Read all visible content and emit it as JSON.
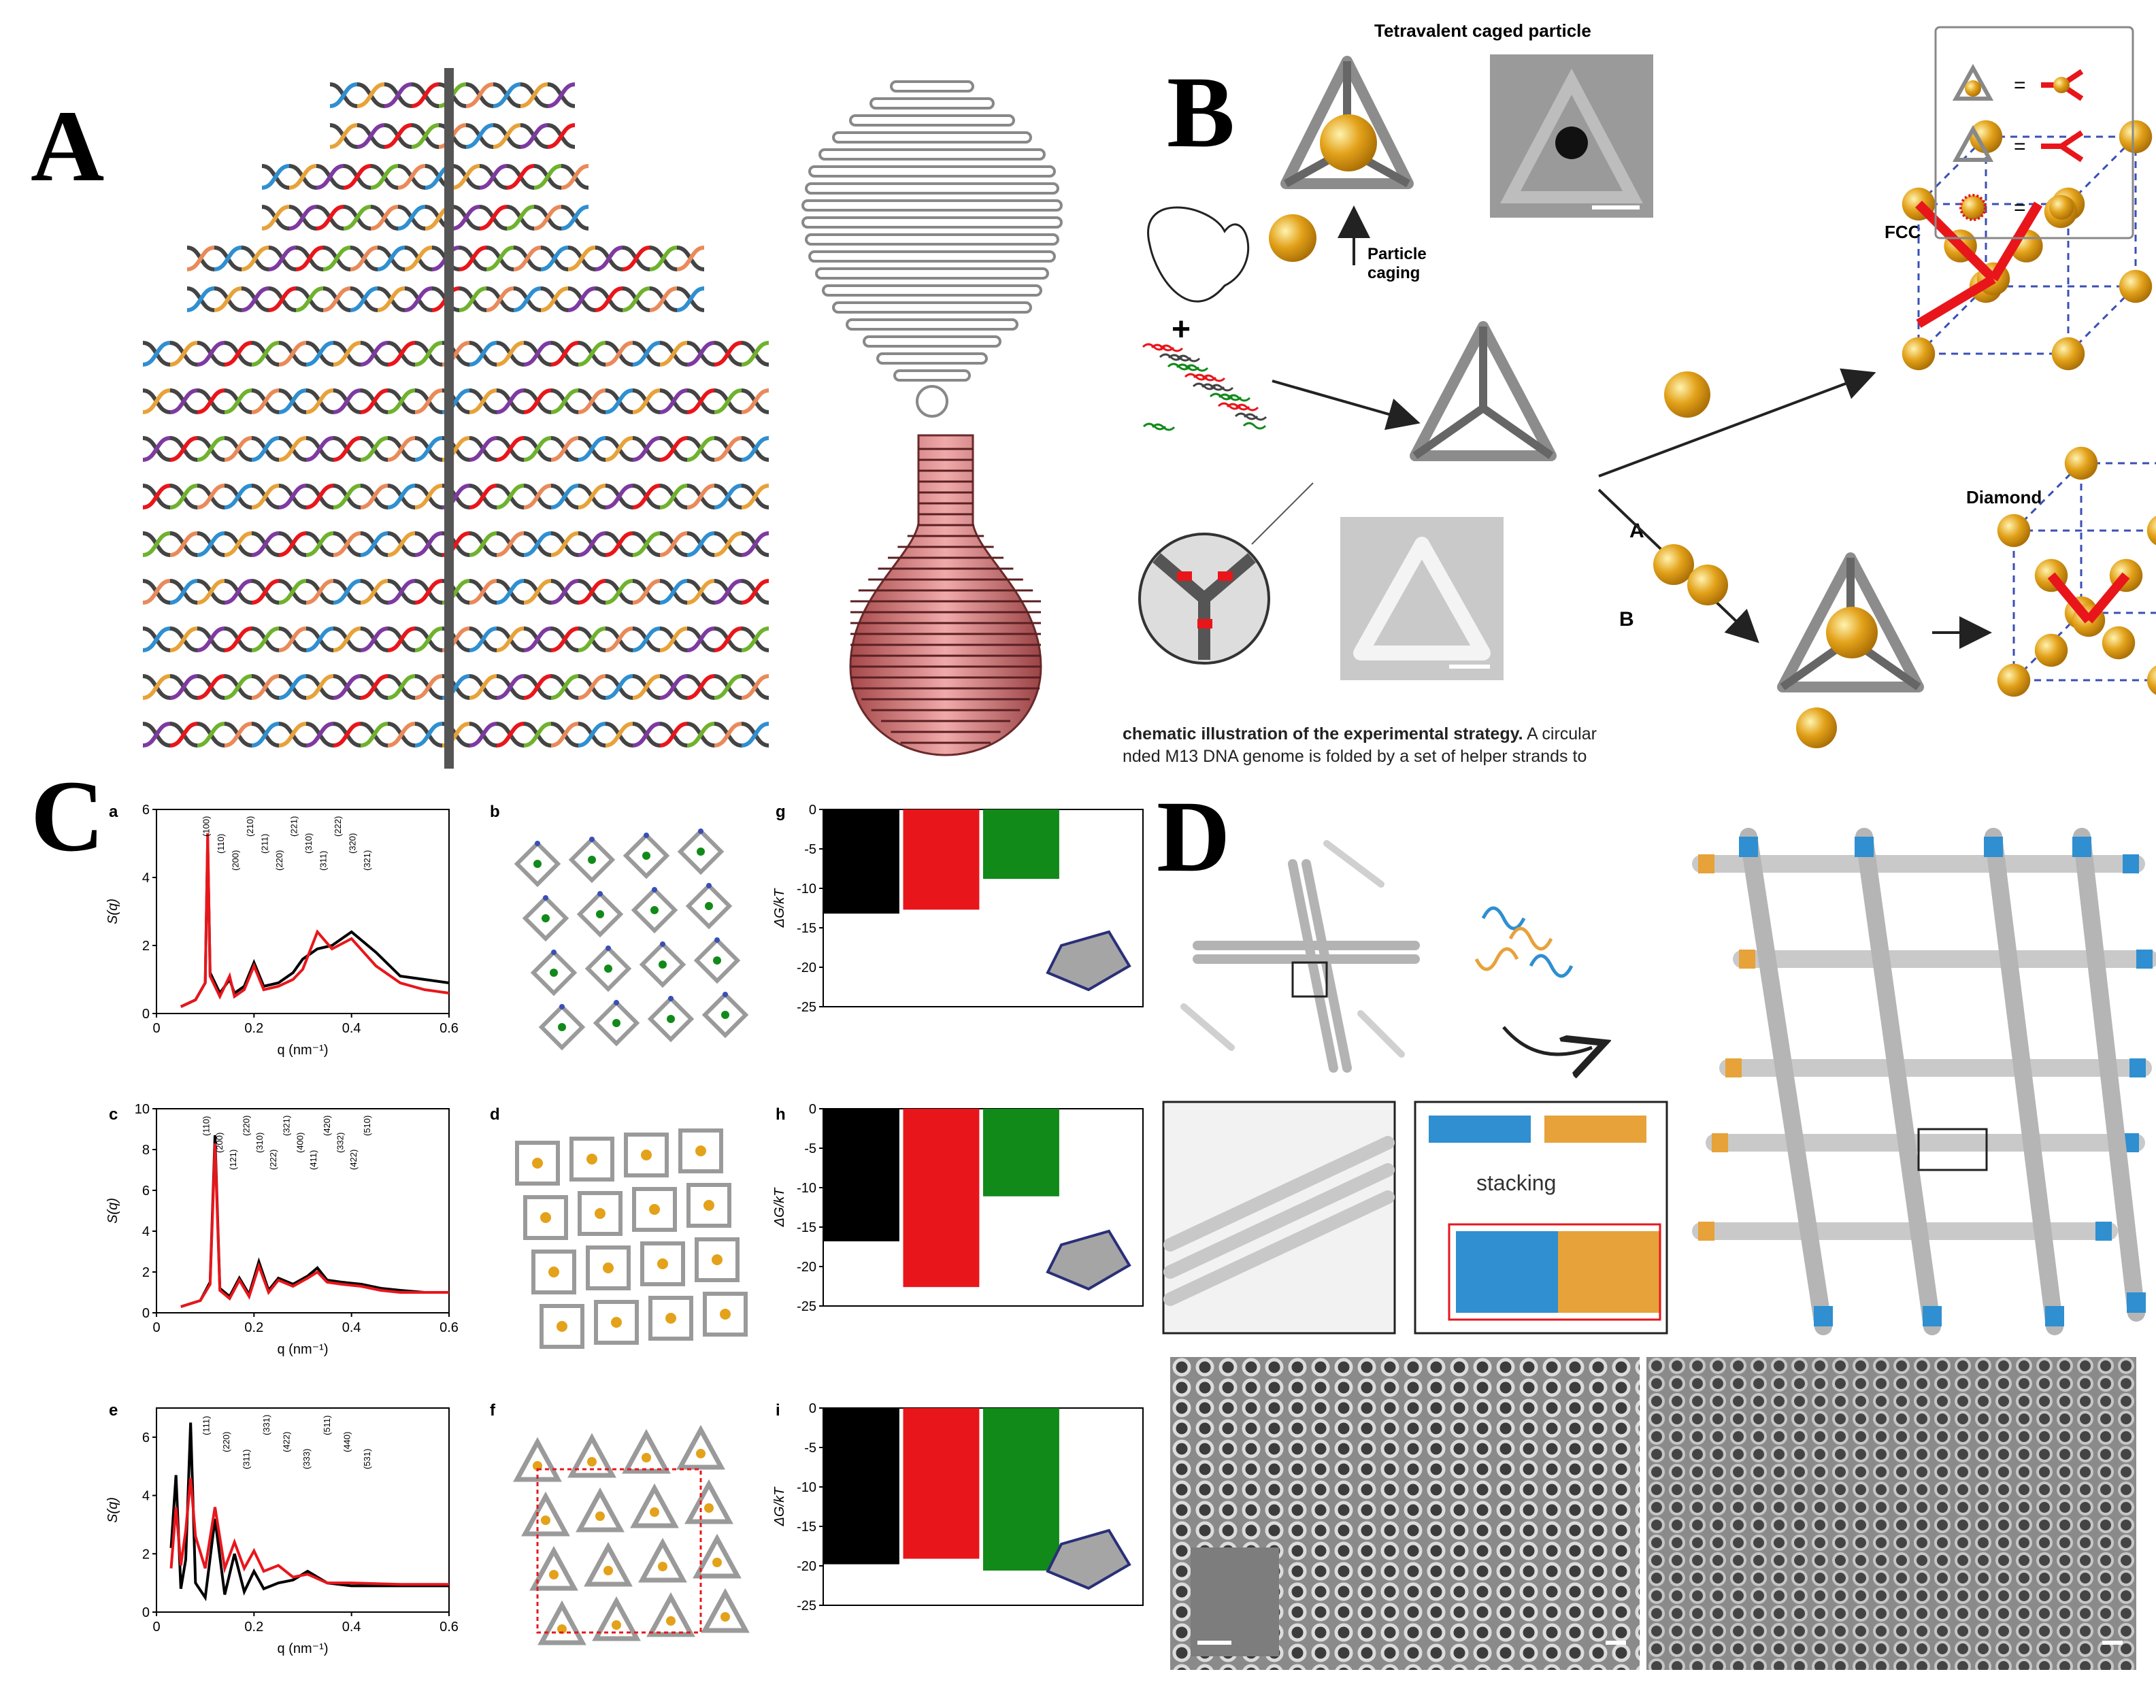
{
  "panels": {
    "A": {
      "letter": "A"
    },
    "B": {
      "letter": "B",
      "title": "Tetravalent caged particle",
      "particle_caging": "Particle\ncaging",
      "route_a": "A",
      "route_b": "B",
      "fcc_label": "FCC",
      "diamond_label": "Diamond",
      "legend": [
        "=",
        "=",
        "="
      ],
      "caption_bold": "chematic illustration of the experimental strategy.",
      "caption_rest": " A circular",
      "caption_line2": "nded M13 DNA genome is folded by a set of helper strands to"
    },
    "C": {
      "letter": "C",
      "sublabels": {
        "a": "a",
        "b": "b",
        "c": "c",
        "d": "d",
        "e": "e",
        "f": "f",
        "g": "g",
        "h": "h",
        "i": "i"
      }
    },
    "D": {
      "letter": "D",
      "stacking_label": "stacking"
    }
  },
  "colors": {
    "black": "#000000",
    "red": "#e8161b",
    "green": "#118a1a",
    "gold": "#e3a21a",
    "blue": "#2f8fd0",
    "orange": "#e7a23a"
  },
  "chart_data": [
    {
      "id": "a",
      "type": "line",
      "xlabel": "q (nm⁻¹)",
      "ylabel": "S(q)",
      "xlim": [
        0,
        0.6
      ],
      "ylim": [
        0,
        6
      ],
      "xticks": [
        "0",
        "0.2",
        "0.4",
        "0.6"
      ],
      "yticks": [
        "0",
        "2",
        "4",
        "6"
      ],
      "peak_labels": [
        "(100)",
        "(110)",
        "(200)",
        "(210)",
        "(211)",
        "(220)",
        "(221)",
        "(310)",
        "(311)",
        "(222)",
        "(320)",
        "(321)"
      ],
      "series": [
        {
          "color": "black",
          "x": [
            0.05,
            0.08,
            0.1,
            0.105,
            0.11,
            0.13,
            0.15,
            0.16,
            0.18,
            0.2,
            0.22,
            0.25,
            0.28,
            0.3,
            0.33,
            0.36,
            0.4,
            0.45,
            0.5,
            0.55,
            0.6
          ],
          "y": [
            0.2,
            0.4,
            0.9,
            5.1,
            1.2,
            0.6,
            1.0,
            0.6,
            0.8,
            1.5,
            0.8,
            0.9,
            1.2,
            1.6,
            1.9,
            2.0,
            2.4,
            1.8,
            1.1,
            1.0,
            0.9
          ]
        },
        {
          "color": "red",
          "x": [
            0.05,
            0.08,
            0.1,
            0.105,
            0.11,
            0.13,
            0.15,
            0.16,
            0.18,
            0.2,
            0.22,
            0.25,
            0.28,
            0.3,
            0.33,
            0.36,
            0.4,
            0.45,
            0.5,
            0.55,
            0.6
          ],
          "y": [
            0.2,
            0.4,
            0.9,
            5.3,
            1.1,
            0.5,
            1.1,
            0.5,
            0.7,
            1.4,
            0.7,
            0.8,
            1.0,
            1.3,
            2.4,
            1.9,
            2.2,
            1.4,
            0.9,
            0.7,
            0.6
          ]
        }
      ]
    },
    {
      "id": "c",
      "type": "line",
      "xlabel": "q (nm⁻¹)",
      "ylabel": "S(q)",
      "xlim": [
        0,
        0.6
      ],
      "ylim": [
        0,
        10
      ],
      "xticks": [
        "0",
        "0.2",
        "0.4",
        "0.6"
      ],
      "yticks": [
        "0",
        "2",
        "4",
        "6",
        "8",
        "10"
      ],
      "peak_labels": [
        "(110)",
        "(200)",
        "(121)",
        "(220)",
        "(310)",
        "(222)",
        "(321)",
        "(400)",
        "(411)",
        "(420)",
        "(332)",
        "(422)",
        "(510)"
      ],
      "series": [
        {
          "color": "black",
          "x": [
            0.05,
            0.09,
            0.11,
            0.12,
            0.13,
            0.15,
            0.17,
            0.19,
            0.21,
            0.23,
            0.25,
            0.28,
            0.31,
            0.33,
            0.35,
            0.38,
            0.42,
            0.46,
            0.5,
            0.55,
            0.6
          ],
          "y": [
            0.3,
            0.6,
            1.5,
            8.7,
            1.2,
            0.8,
            1.7,
            0.9,
            2.5,
            1.1,
            1.7,
            1.4,
            1.8,
            2.2,
            1.6,
            1.5,
            1.4,
            1.2,
            1.1,
            1.0,
            1.0
          ]
        },
        {
          "color": "red",
          "x": [
            0.05,
            0.09,
            0.11,
            0.12,
            0.13,
            0.15,
            0.17,
            0.19,
            0.21,
            0.23,
            0.25,
            0.28,
            0.31,
            0.33,
            0.35,
            0.38,
            0.42,
            0.46,
            0.5,
            0.55,
            0.6
          ],
          "y": [
            0.3,
            0.6,
            1.4,
            8.3,
            1.1,
            0.7,
            1.6,
            0.8,
            2.3,
            1.0,
            1.6,
            1.3,
            1.7,
            2.0,
            1.5,
            1.4,
            1.3,
            1.1,
            1.0,
            1.0,
            1.0
          ]
        }
      ]
    },
    {
      "id": "e",
      "type": "line",
      "xlabel": "q (nm⁻¹)",
      "ylabel": "S(q)",
      "xlim": [
        0,
        0.6
      ],
      "ylim": [
        0,
        7
      ],
      "xticks": [
        "0",
        "0.2",
        "0.4",
        "0.6"
      ],
      "yticks": [
        "0",
        "2",
        "4",
        "6"
      ],
      "peak_labels": [
        "(111)",
        "(220)",
        "(311)",
        "(331)",
        "(422)",
        "(333)",
        "(511)",
        "(440)",
        "(531)"
      ],
      "series": [
        {
          "color": "black",
          "x": [
            0.03,
            0.04,
            0.05,
            0.06,
            0.07,
            0.08,
            0.1,
            0.12,
            0.14,
            0.16,
            0.18,
            0.2,
            0.22,
            0.25,
            0.28,
            0.31,
            0.35,
            0.4,
            0.5,
            0.6
          ],
          "y": [
            2.2,
            4.7,
            0.8,
            1.8,
            6.5,
            1.0,
            0.5,
            3.2,
            0.6,
            2.0,
            0.7,
            1.4,
            0.8,
            1.0,
            1.1,
            1.4,
            1.0,
            0.9,
            0.9,
            0.9
          ]
        },
        {
          "color": "red",
          "x": [
            0.03,
            0.04,
            0.05,
            0.06,
            0.07,
            0.08,
            0.1,
            0.12,
            0.14,
            0.16,
            0.18,
            0.2,
            0.22,
            0.25,
            0.28,
            0.31,
            0.35,
            0.4,
            0.5,
            0.6
          ],
          "y": [
            1.5,
            3.6,
            1.6,
            2.8,
            4.6,
            2.6,
            1.5,
            3.6,
            1.5,
            2.4,
            1.5,
            2.1,
            1.4,
            1.6,
            1.2,
            1.3,
            1.0,
            1.0,
            0.95,
            0.95
          ]
        }
      ]
    },
    {
      "id": "g",
      "type": "bar",
      "ylabel": "ΔG/kT",
      "ylim": [
        -25,
        0
      ],
      "yticks": [
        "0",
        "-5",
        "-10",
        "-15",
        "-20",
        "-25"
      ],
      "series": [
        {
          "color": "black",
          "value": -13.2
        },
        {
          "color": "red",
          "value": -12.7
        },
        {
          "color": "green",
          "value": -8.8
        }
      ]
    },
    {
      "id": "h",
      "type": "bar",
      "ylabel": "ΔG/kT",
      "ylim": [
        -25,
        0
      ],
      "yticks": [
        "0",
        "-5",
        "-10",
        "-15",
        "-20",
        "-25"
      ],
      "series": [
        {
          "color": "black",
          "value": -16.8
        },
        {
          "color": "red",
          "value": -22.6
        },
        {
          "color": "green",
          "value": -11.1
        }
      ]
    },
    {
      "id": "i",
      "type": "bar",
      "ylabel": "ΔG/kT",
      "ylim": [
        -25,
        0
      ],
      "yticks": [
        "0",
        "-5",
        "-10",
        "-15",
        "-20",
        "-25"
      ],
      "series": [
        {
          "color": "black",
          "value": -19.8
        },
        {
          "color": "red",
          "value": -19.1
        },
        {
          "color": "green",
          "value": -20.6
        }
      ]
    }
  ]
}
